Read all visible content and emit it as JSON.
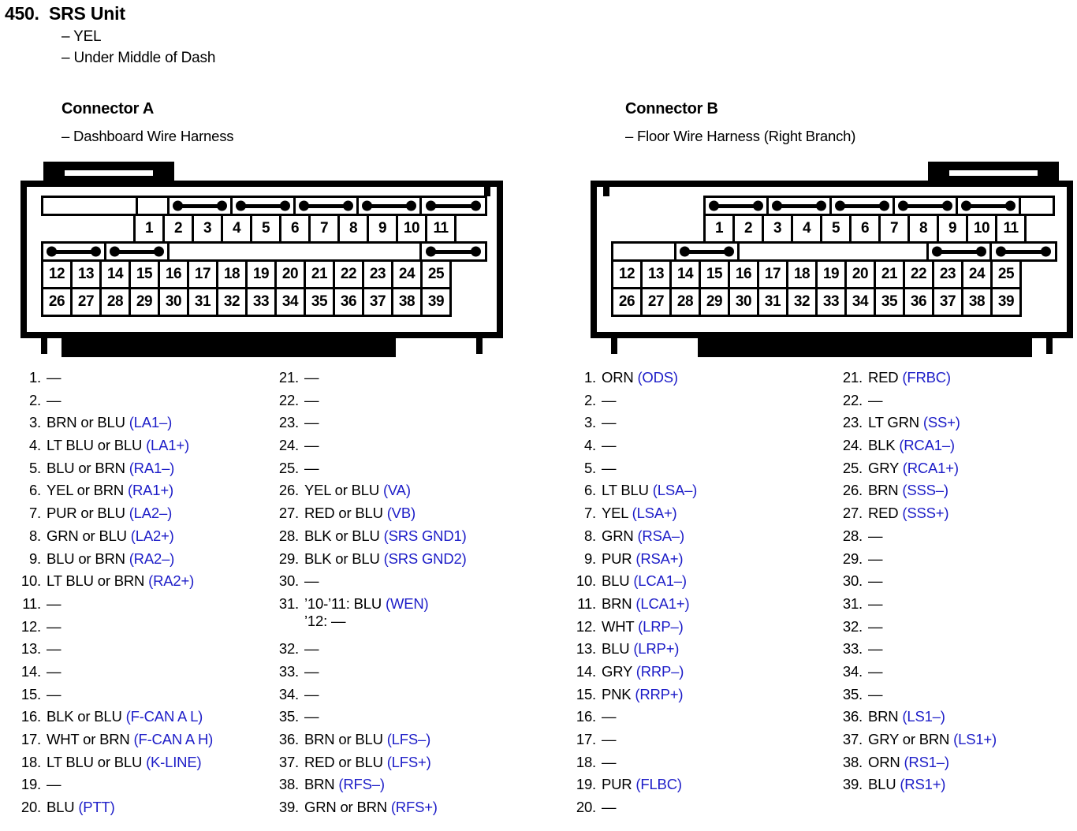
{
  "header": {
    "number": "450.",
    "title": "SRS Unit",
    "sub1": "– YEL",
    "sub2": "– Under Middle of Dash"
  },
  "connectors": [
    {
      "id": "a",
      "heading": "Connector A",
      "subheading": "– Dashboard Wire Harness",
      "top_pins": [
        "1",
        "2",
        "3",
        "4",
        "5",
        "6",
        "7",
        "8",
        "9",
        "10",
        "11"
      ],
      "mid_pins": [
        "12",
        "13",
        "14",
        "15",
        "16",
        "17",
        "18",
        "19",
        "20",
        "21",
        "22",
        "23",
        "24",
        "25"
      ],
      "bot_pins": [
        "26",
        "27",
        "28",
        "29",
        "30",
        "31",
        "32",
        "33",
        "34",
        "35",
        "36",
        "37",
        "38",
        "39"
      ],
      "tab_side": "left",
      "pins": [
        {
          "n": "1.",
          "wire": "—"
        },
        {
          "n": "2.",
          "wire": "—"
        },
        {
          "n": "3.",
          "wire": "BRN or BLU ",
          "code": "(LA1–)"
        },
        {
          "n": "4.",
          "wire": "LT BLU or BLU ",
          "code": "(LA1+)"
        },
        {
          "n": "5.",
          "wire": "BLU or BRN ",
          "code": "(RA1–)"
        },
        {
          "n": "6.",
          "wire": "YEL or BRN ",
          "code": "(RA1+)"
        },
        {
          "n": "7.",
          "wire": "PUR or BLU ",
          "code": "(LA2–)"
        },
        {
          "n": "8.",
          "wire": "GRN or BLU ",
          "code": "(LA2+)"
        },
        {
          "n": "9.",
          "wire": "BLU or BRN ",
          "code": "(RA2–)"
        },
        {
          "n": "10.",
          "wire": "LT BLU or BRN ",
          "code": "(RA2+)"
        },
        {
          "n": "11.",
          "wire": "—"
        },
        {
          "n": "12.",
          "wire": "—"
        },
        {
          "n": "13.",
          "wire": "—"
        },
        {
          "n": "14.",
          "wire": "—"
        },
        {
          "n": "15.",
          "wire": "—"
        },
        {
          "n": "16.",
          "wire": "BLK or BLU ",
          "code": "(F-CAN A L)"
        },
        {
          "n": "17.",
          "wire": "WHT or BRN ",
          "code": "(F-CAN A H)"
        },
        {
          "n": "18.",
          "wire": "LT BLU or BLU ",
          "code": "(K-LINE)"
        },
        {
          "n": "19.",
          "wire": "—"
        },
        {
          "n": "20.",
          "wire": "BLU ",
          "code": "(PTT)"
        },
        {
          "n": "21.",
          "wire": "—"
        },
        {
          "n": "22.",
          "wire": "—"
        },
        {
          "n": "23.",
          "wire": "—"
        },
        {
          "n": "24.",
          "wire": "—"
        },
        {
          "n": "25.",
          "wire": "—"
        },
        {
          "n": "26.",
          "wire": "YEL or BLU ",
          "code": "(VA)"
        },
        {
          "n": "27.",
          "wire": "RED or BLU ",
          "code": "(VB)"
        },
        {
          "n": "28.",
          "wire": "BLK or BLU ",
          "code": "(SRS GND1)"
        },
        {
          "n": "29.",
          "wire": "BLK or BLU ",
          "code": "(SRS GND2)"
        },
        {
          "n": "30.",
          "wire": "—"
        },
        {
          "n": "31.",
          "wire": "’10-’11: BLU ",
          "code": "(WEN)",
          "sub": "’12: —"
        },
        {
          "n": "32.",
          "wire": "—"
        },
        {
          "n": "33.",
          "wire": "—"
        },
        {
          "n": "34.",
          "wire": "—"
        },
        {
          "n": "35.",
          "wire": "—"
        },
        {
          "n": "36.",
          "wire": "BRN or BLU ",
          "code": "(LFS–)"
        },
        {
          "n": "37.",
          "wire": "RED or BLU ",
          "code": "(LFS+)"
        },
        {
          "n": "38.",
          "wire": "BRN ",
          "code": "(RFS–)"
        },
        {
          "n": "39.",
          "wire": "GRN or BRN ",
          "code": "(RFS+)"
        }
      ]
    },
    {
      "id": "b",
      "heading": "Connector B",
      "subheading": "– Floor Wire Harness (Right Branch)",
      "top_pins": [
        "1",
        "2",
        "3",
        "4",
        "5",
        "6",
        "7",
        "8",
        "9",
        "10",
        "11"
      ],
      "mid_pins": [
        "12",
        "13",
        "14",
        "15",
        "16",
        "17",
        "18",
        "19",
        "20",
        "21",
        "22",
        "23",
        "24",
        "25"
      ],
      "bot_pins": [
        "26",
        "27",
        "28",
        "29",
        "30",
        "31",
        "32",
        "33",
        "34",
        "35",
        "36",
        "37",
        "38",
        "39"
      ],
      "tab_side": "right",
      "pins": [
        {
          "n": "1.",
          "wire": "ORN ",
          "code": "(ODS)"
        },
        {
          "n": "2.",
          "wire": "—"
        },
        {
          "n": "3.",
          "wire": "—"
        },
        {
          "n": "4.",
          "wire": "—"
        },
        {
          "n": "5.",
          "wire": "—"
        },
        {
          "n": "6.",
          "wire": "LT BLU ",
          "code": "(LSA–)"
        },
        {
          "n": "7.",
          "wire": "YEL ",
          "code": "(LSA+)"
        },
        {
          "n": "8.",
          "wire": "GRN ",
          "code": "(RSA–)"
        },
        {
          "n": "9.",
          "wire": "PUR ",
          "code": "(RSA+)"
        },
        {
          "n": "10.",
          "wire": "BLU ",
          "code": "(LCA1–)"
        },
        {
          "n": "11.",
          "wire": "BRN ",
          "code": "(LCA1+)"
        },
        {
          "n": "12.",
          "wire": "WHT ",
          "code": "(LRP–)"
        },
        {
          "n": "13.",
          "wire": "BLU ",
          "code": "(LRP+)"
        },
        {
          "n": "14.",
          "wire": "GRY ",
          "code": "(RRP–)"
        },
        {
          "n": "15.",
          "wire": "PNK ",
          "code": "(RRP+)"
        },
        {
          "n": "16.",
          "wire": "—"
        },
        {
          "n": "17.",
          "wire": "—"
        },
        {
          "n": "18.",
          "wire": "—"
        },
        {
          "n": "19.",
          "wire": "PUR ",
          "code": "(FLBC)"
        },
        {
          "n": "20.",
          "wire": "—"
        },
        {
          "n": "21.",
          "wire": "RED ",
          "code": "(FRBC)"
        },
        {
          "n": "22.",
          "wire": "—"
        },
        {
          "n": "23.",
          "wire": "LT GRN ",
          "code": "(SS+)"
        },
        {
          "n": "24.",
          "wire": "BLK ",
          "code": "(RCA1–)"
        },
        {
          "n": "25.",
          "wire": "GRY ",
          "code": "(RCA1+)"
        },
        {
          "n": "26.",
          "wire": "BRN ",
          "code": "(SSS–)"
        },
        {
          "n": "27.",
          "wire": "RED ",
          "code": "(SSS+)"
        },
        {
          "n": "28.",
          "wire": "—"
        },
        {
          "n": "29.",
          "wire": "—"
        },
        {
          "n": "30.",
          "wire": "—"
        },
        {
          "n": "31.",
          "wire": "—"
        },
        {
          "n": "32.",
          "wire": "—"
        },
        {
          "n": "33.",
          "wire": "—"
        },
        {
          "n": "34.",
          "wire": "—"
        },
        {
          "n": "35.",
          "wire": "—"
        },
        {
          "n": "36.",
          "wire": "BRN ",
          "code": "(LS1–)"
        },
        {
          "n": "37.",
          "wire": "GRY or BRN ",
          "code": "(LS1+)"
        },
        {
          "n": "38.",
          "wire": "ORN ",
          "code": "(RS1–)"
        },
        {
          "n": "39.",
          "wire": "BLU ",
          "code": "(RS1+)"
        }
      ]
    }
  ],
  "colors": {
    "signal_code": "#1d1dc8",
    "ink": "#000000",
    "paper": "#ffffff"
  }
}
